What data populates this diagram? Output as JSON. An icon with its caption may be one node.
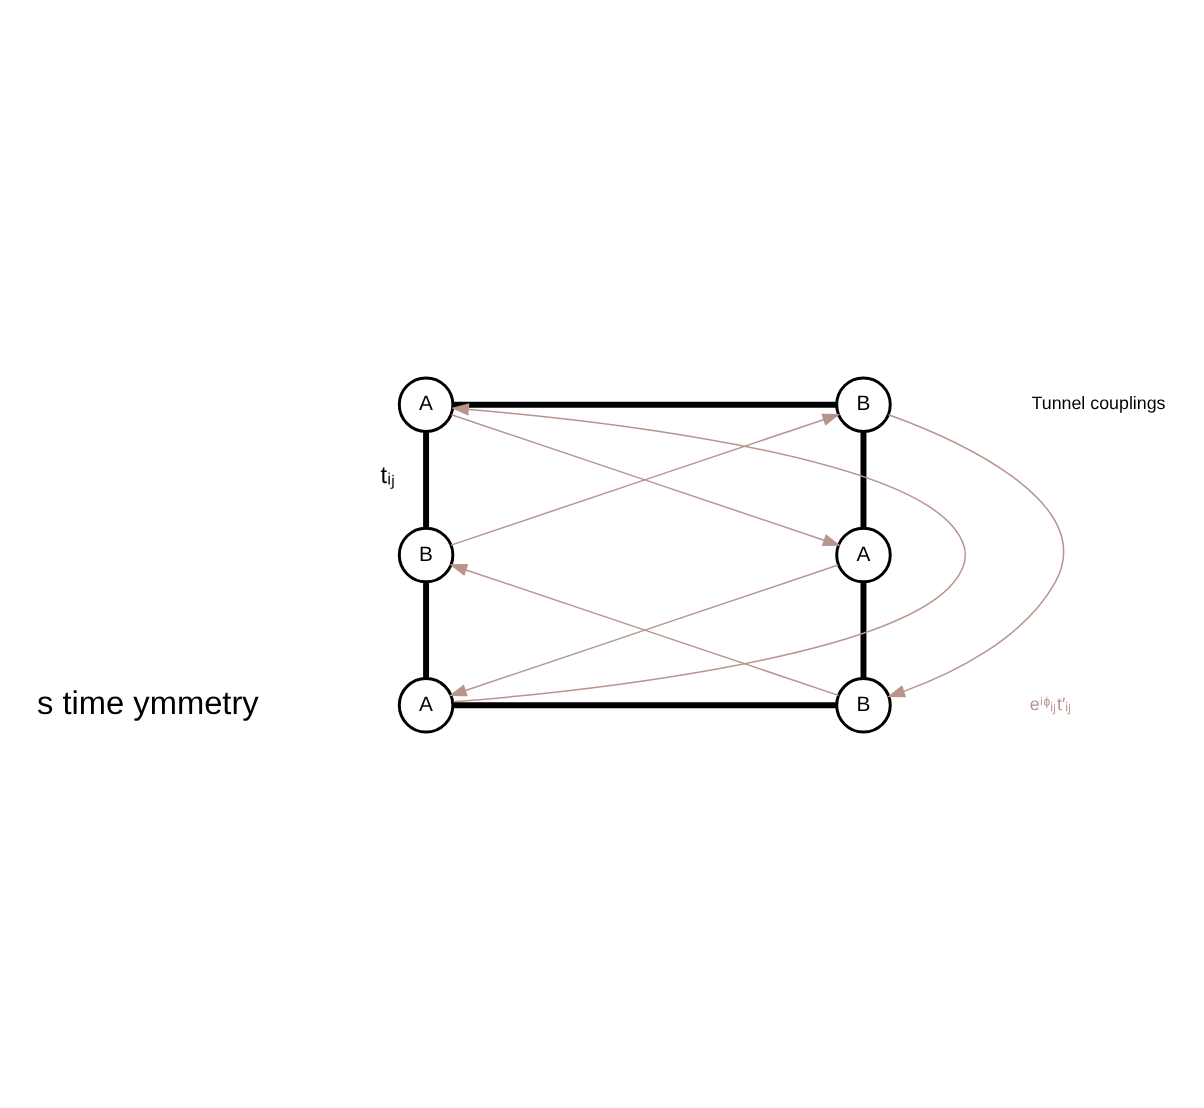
{
  "diagram": {
    "nodes": [
      {
        "text": [
          "A"
        ]
      },
      {
        "text": [
          "B"
        ]
      },
      {
        "text": [
          "B"
        ]
      },
      {
        "text": [
          "A"
        ]
      },
      {
        "text": [
          "A"
        ]
      },
      {
        "text": [
          "B"
        ]
      }
    ],
    "edges": [
      {
        "from": 0,
        "to": 1,
        "arrow": "none",
        "style": "thick"
      },
      {
        "from": 0,
        "to": 2,
        "arrow": "none",
        "style": "thick",
        "label": "tᵢⱼ"
      },
      {
        "from": 1,
        "to": 3,
        "arrow": "none",
        "style": "thick"
      },
      {
        "from": 2,
        "to": 4,
        "arrow": "none",
        "style": "thick"
      },
      {
        "from": 3,
        "to": 5,
        "arrow": "none",
        "style": "thick"
      },
      {
        "from": 4,
        "to": 5,
        "arrow": "none",
        "style": "thick"
      },
      {
        "from": 0,
        "to": 3,
        "arrow": "to",
        "color": "#b8958c"
      },
      {
        "from": 3,
        "to": 4,
        "arrow": "to",
        "color": "#b8958c"
      },
      {
        "from": 4,
        "to": 0,
        "arrow": "to",
        "color": "#b8958c"
      },
      {
        "from": 2,
        "to": 1,
        "arrow": "to",
        "color": "#b8958c"
      },
      {
        "from": 1,
        "to": 5,
        "arrow": "to",
        "color": "#b8958c"
      },
      {
        "from": 5,
        "to": 2,
        "arrow": "to",
        "color": "#b8958c"
      }
    ],
    "labels": [
      "Tunnel couplings",
      "eⁱᶲᵢⱼt′ᵢⱼ",
      "s time ymmetry"
    ]
  }
}
